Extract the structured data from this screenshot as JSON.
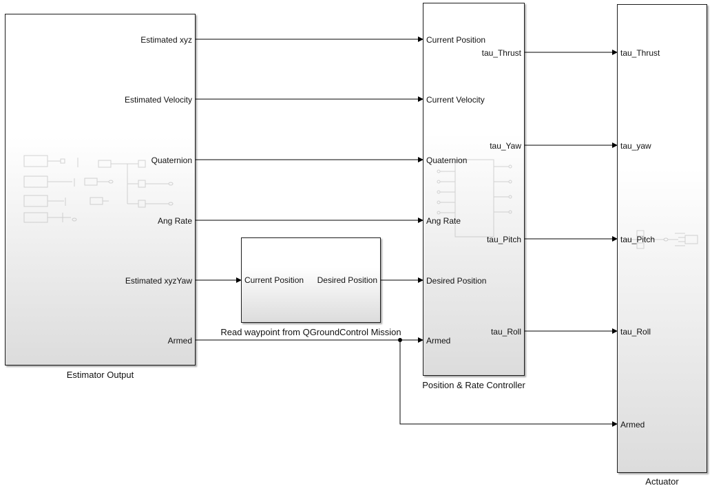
{
  "estimator": {
    "title": "Estimator Output",
    "outputs": [
      "Estimated xyz",
      "Estimated Velocity",
      "Quaternion",
      "Ang Rate",
      "Estimated xyzYaw",
      "Armed"
    ]
  },
  "waypoint": {
    "title": "Read waypoint from QGroundControl Mission",
    "input": "Current Position",
    "output": "Desired Position"
  },
  "controller": {
    "title": "Position & Rate Controller",
    "inputs": [
      "Current Position",
      "Current Velocity",
      "Quaternion",
      "Ang Rate",
      "Desired Position",
      "Armed"
    ],
    "outputs": [
      "tau_Thrust",
      "tau_Yaw",
      "tau_Pitch",
      "tau_Roll"
    ]
  },
  "actuator": {
    "title": "Actuator",
    "inputs": [
      "tau_Thrust",
      "tau_yaw",
      "tau_Pitch",
      "tau_Roll",
      "Armed"
    ]
  }
}
